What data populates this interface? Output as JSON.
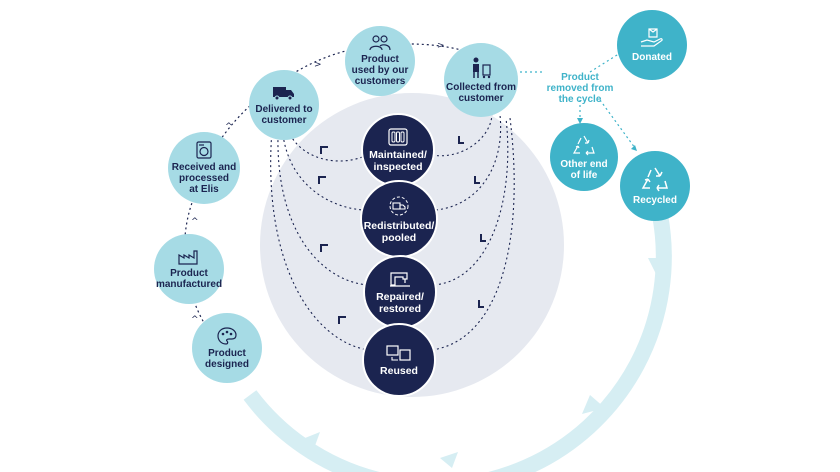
{
  "nodes": {
    "product_designed": "Product\ndesigned",
    "product_manufactured": "Product\nmanufactured",
    "received_processed": "Received and\nprocessed\nat Elis",
    "delivered": "Delivered to\ncustomer",
    "used": "Product\nused by our\ncustomers",
    "collected": "Collected from\ncustomer",
    "maintained": "Maintained/\ninspected",
    "redistributed": "Redistributed/\npooled",
    "repaired": "Repaired/\nrestored",
    "reused": "Reused",
    "donated": "Donated",
    "other_end": "Other end\nof life",
    "recycled": "Recycled"
  },
  "removed_label": "Product\nremoved from\nthe cycle",
  "icons": {
    "product_designed": "palette-icon",
    "product_manufactured": "factory-icon",
    "received_processed": "washing-machine-icon",
    "delivered": "truck-icon",
    "used": "people-icon",
    "collected": "worker-trolley-icon",
    "maintained": "inspection-panel-icon",
    "redistributed": "truck-cycle-icon",
    "repaired": "sewing-machine-icon",
    "reused": "reuse-garment-icon",
    "donated": "hand-box-icon",
    "other_end": "recycle-icon",
    "recycled": "recycle-icon"
  },
  "colors": {
    "light_circle": "#a6dbe5",
    "teal": "#3fb3c9",
    "navy": "#1b2450",
    "backdrop": "#e6e9f0",
    "ring": "#d6eef3"
  }
}
